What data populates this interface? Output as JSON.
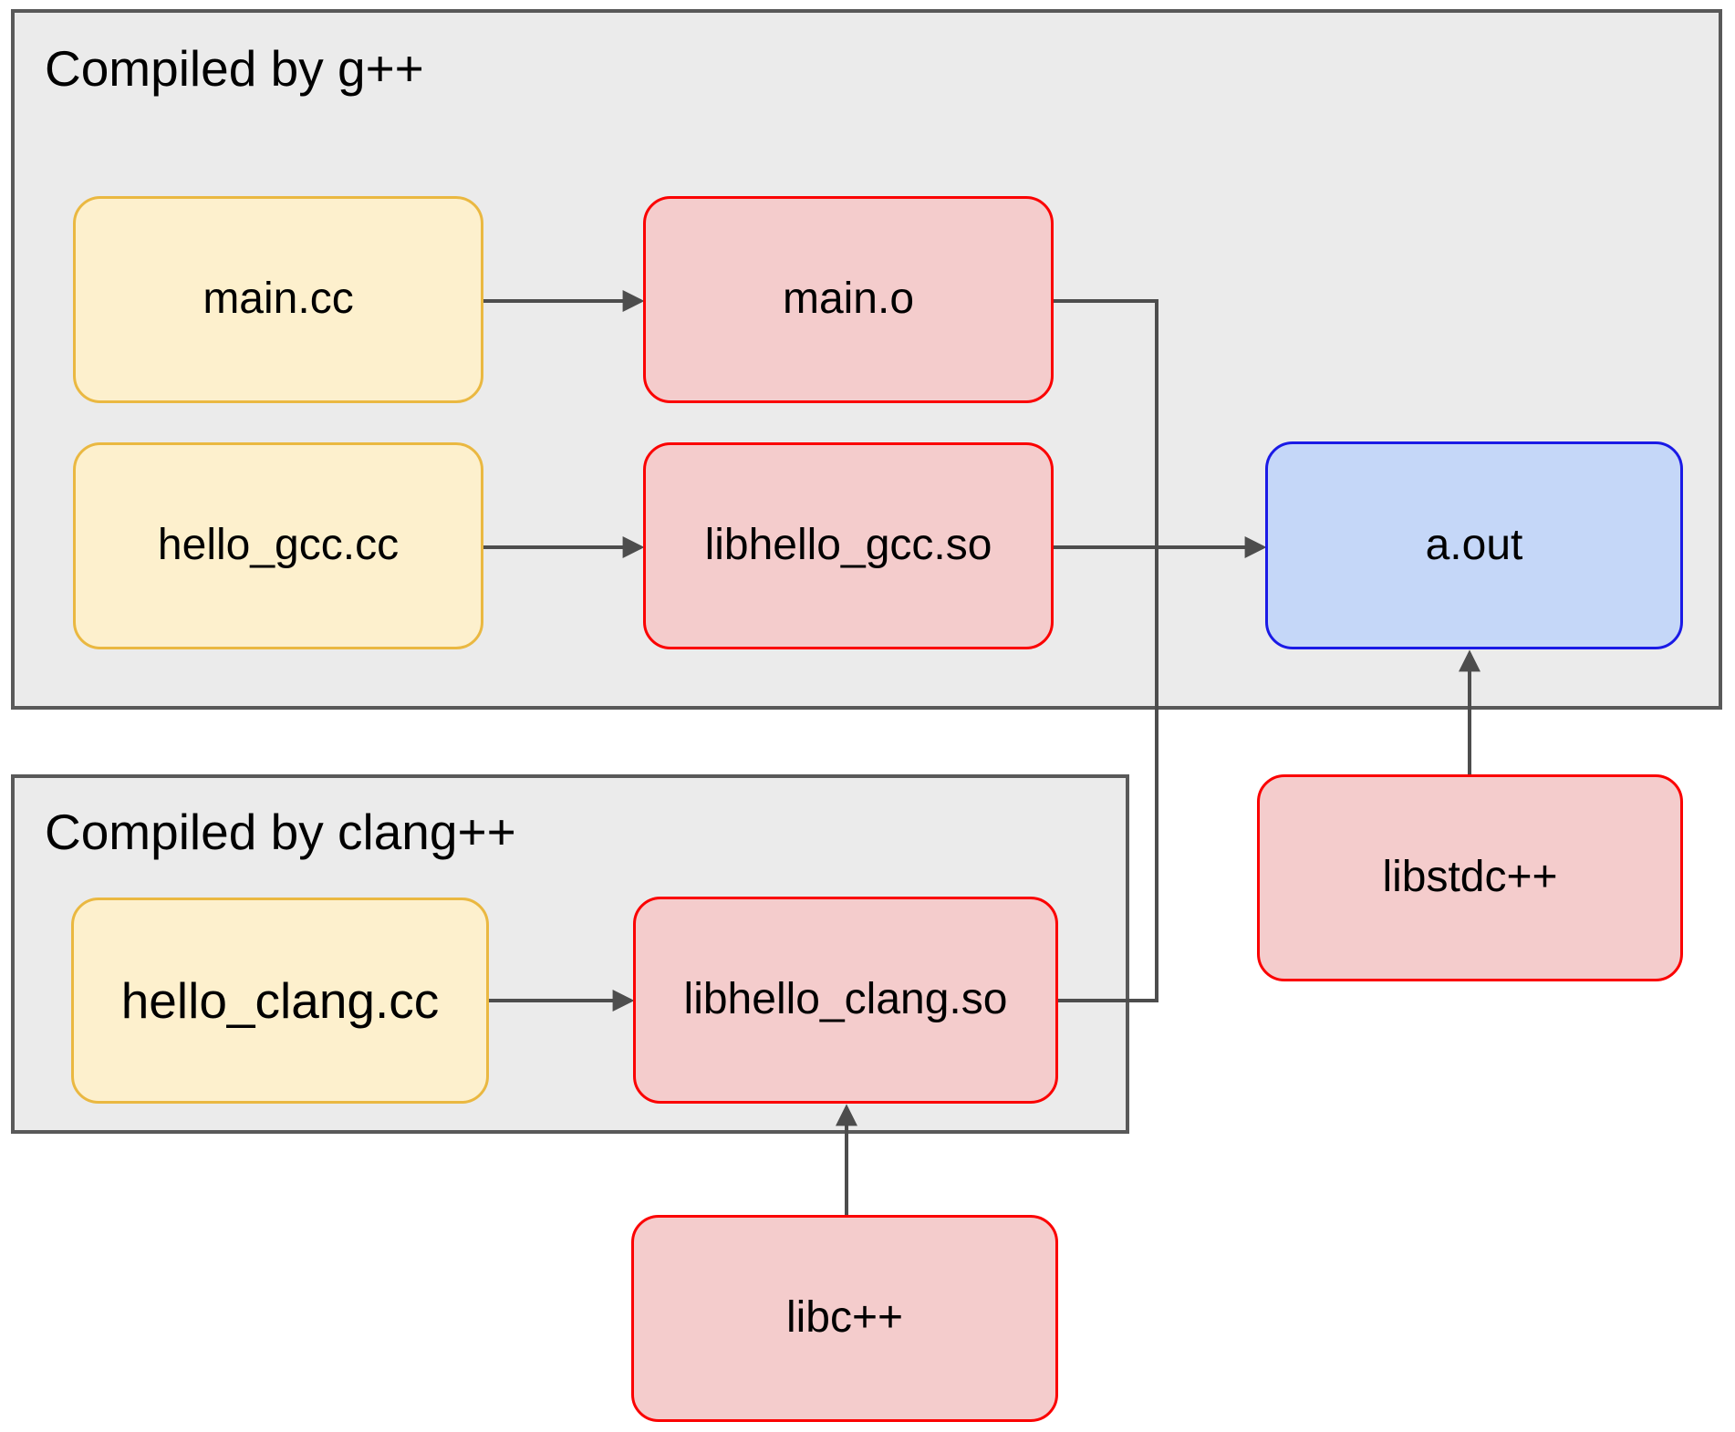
{
  "groups": {
    "gpp": {
      "title": "Compiled by g++"
    },
    "clang": {
      "title": "Compiled by clang++"
    }
  },
  "nodes": {
    "main_cc": {
      "label": "main.cc",
      "kind": "source"
    },
    "main_o": {
      "label": "main.o",
      "kind": "object-file"
    },
    "hello_gcc_cc": {
      "label": "hello_gcc.cc",
      "kind": "source"
    },
    "libhello_gcc_so": {
      "label": "libhello_gcc.so",
      "kind": "shared-library"
    },
    "a_out": {
      "label": "a.out",
      "kind": "executable"
    },
    "hello_clang_cc": {
      "label": "hello_clang.cc",
      "kind": "source"
    },
    "libhello_clang_so": {
      "label": "libhello_clang.so",
      "kind": "shared-library"
    },
    "libstdcpp": {
      "label": "libstdc++",
      "kind": "shared-library"
    },
    "libcpp": {
      "label": "libc++",
      "kind": "shared-library"
    }
  },
  "edges": [
    {
      "from": "main.cc",
      "to": "main.o"
    },
    {
      "from": "hello_gcc.cc",
      "to": "libhello_gcc.so"
    },
    {
      "from": "main.o",
      "to": "a.out"
    },
    {
      "from": "libhello_gcc.so",
      "to": "a.out"
    },
    {
      "from": "libhello_clang.so",
      "to": "a.out"
    },
    {
      "from": "hello_clang.cc",
      "to": "libhello_clang.so"
    },
    {
      "from": "libc++",
      "to": "libhello_clang.so"
    },
    {
      "from": "libstdc++",
      "to": "a.out"
    }
  ],
  "colors": {
    "source_fill": "#fdf0cd",
    "source_border": "#eab841",
    "library_fill": "#f4cccc",
    "library_border": "#fb0000",
    "executable_fill": "#c5d7f8",
    "executable_border": "#1a1ae6",
    "group_fill": "#ebebeb",
    "group_border": "#595959",
    "edge": "#4d4d4d",
    "text": "#000000",
    "background": "#ffffff"
  }
}
